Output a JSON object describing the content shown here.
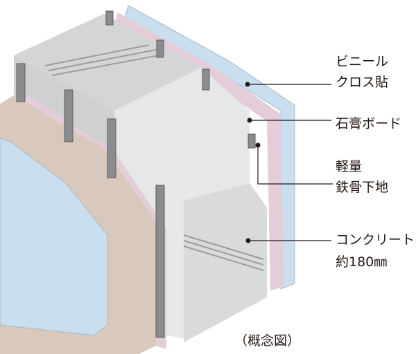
{
  "labels": {
    "vinyl_line1": "ビニール",
    "vinyl_line2": "クロス貼",
    "gypsum": "石膏ボード",
    "steel_line1": "軽量",
    "steel_line2": "鉄骨下地",
    "concrete_line1": "コンクリート",
    "concrete_line2": "約180㎜",
    "caption": "（概念図）"
  },
  "colors": {
    "concrete": "#d4d5d6",
    "concrete_light": "#e6e7e8",
    "gypsum": "#d9c9bd",
    "pink": "#e4cdd8",
    "vinyl": "#c9dff0",
    "steel": "#8a8c8e",
    "line": "#231815"
  }
}
